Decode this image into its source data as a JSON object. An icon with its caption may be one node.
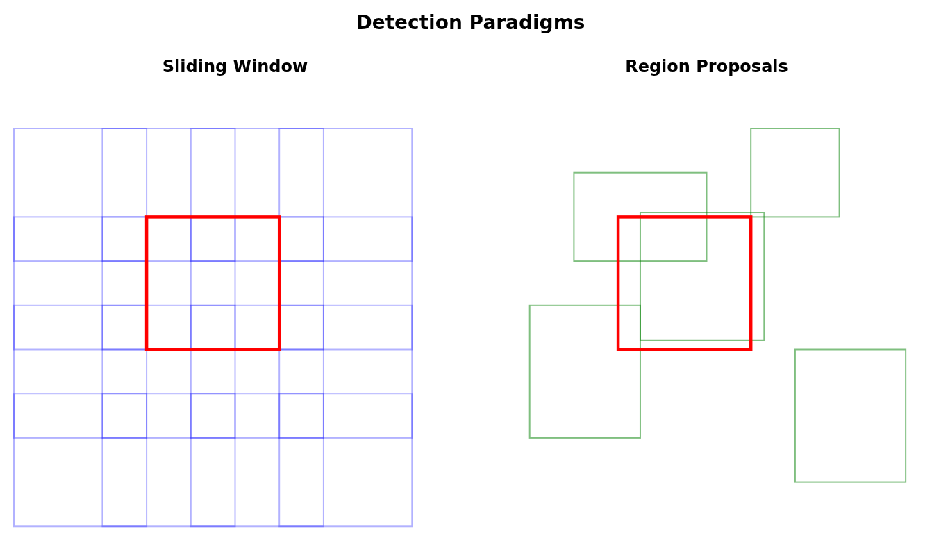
{
  "diagram": {
    "title": "Detection Paradigms",
    "labels": [
      "Sliding Window",
      "Region Proposals"
    ]
  }
}
